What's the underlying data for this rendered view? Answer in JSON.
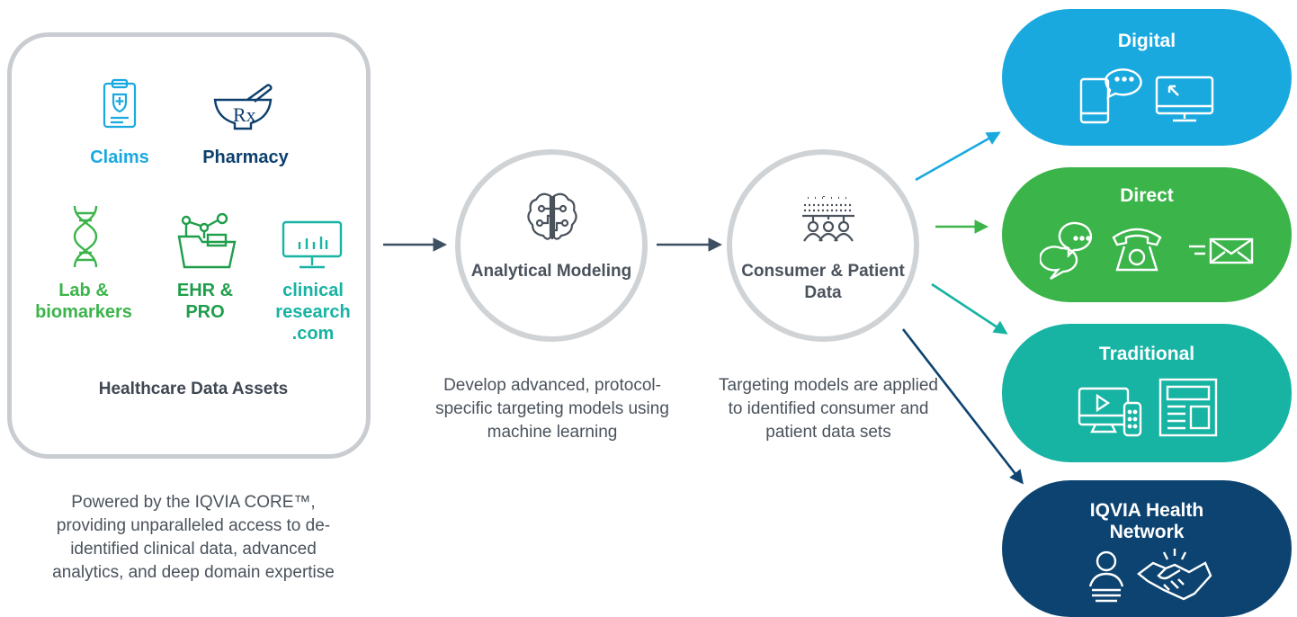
{
  "assets": {
    "box_title": "Healthcare Data Assets",
    "items": [
      {
        "label": "Claims",
        "icon": "clipboard-icon",
        "color": "#1aa9df"
      },
      {
        "label": "Pharmacy",
        "icon": "mortar-pestle-rx-icon",
        "color": "#0d3f6e"
      },
      {
        "label": "Lab & biomarkers",
        "icon": "dna-icon",
        "color": "#3bb44a"
      },
      {
        "label": "EHR & PRO",
        "icon": "folder-network-icon",
        "color": "#1f9e4a"
      },
      {
        "label": "clinical research .com",
        "icon": "monitor-chart-icon",
        "color": "#17b3a3"
      }
    ],
    "caption": "Powered by the IQVIA CORE™, providing unparalleled access to de-identified clinical data, advanced analytics, and deep domain expertise"
  },
  "steps": [
    {
      "title": "Analytical Modeling",
      "icon": "brain-circuit-icon",
      "description": "Develop advanced, protocol-specific targeting models using machine learning"
    },
    {
      "title": "Consumer & Patient Data",
      "icon": "people-data-icon",
      "description": "Targeting models are applied to identified consumer and patient data sets"
    }
  ],
  "channels": [
    {
      "title": "Digital",
      "color": "#1aa9df",
      "icons": [
        "mobile-chat-icon",
        "desktop-cursor-icon"
      ]
    },
    {
      "title": "Direct",
      "color": "#3bb44a",
      "icons": [
        "chat-bubbles-icon",
        "telephone-icon",
        "mail-icon"
      ]
    },
    {
      "title": "Traditional",
      "color": "#17b3a3",
      "icons": [
        "tv-remote-icon",
        "newspaper-icon"
      ]
    },
    {
      "title": "IQVIA Health Network",
      "color": "#0d4370",
      "icons": [
        "person-icon",
        "handshake-icon"
      ]
    }
  ],
  "colors": {
    "arrow": "#3d4f63",
    "circle_border": "#d0d3d6",
    "box_border": "#c9ccd0"
  }
}
